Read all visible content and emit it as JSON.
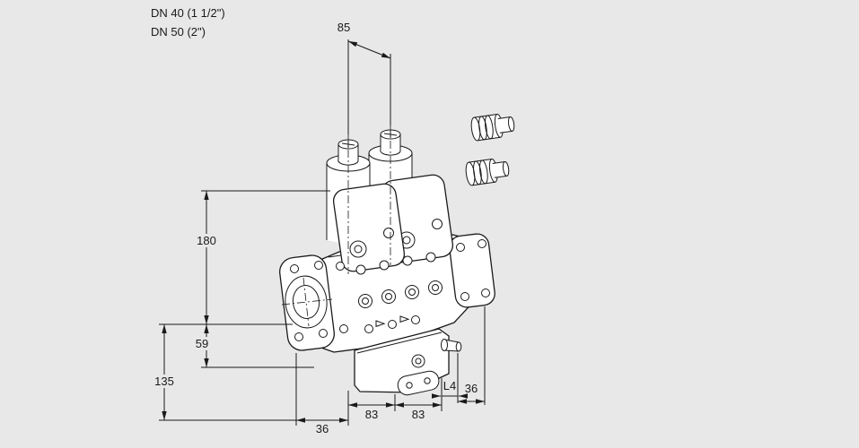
{
  "page": {
    "background": "#e8e8e8",
    "ink": "#1a1a1a",
    "type": "technical-dimension-drawing",
    "subject": "double-solenoid-gas-valve"
  },
  "labels": {
    "dn_line1": "DN 40 (1 1/2\")",
    "dn_line2": "DN 50 (2\")"
  },
  "dimensions": {
    "spacing_top": "85",
    "height_upper": "180",
    "height_mid": "59",
    "height_total": "135",
    "bottom_offset": "36",
    "width_left": "83",
    "width_right": "83",
    "l4": "L4",
    "depth_right": "36"
  }
}
